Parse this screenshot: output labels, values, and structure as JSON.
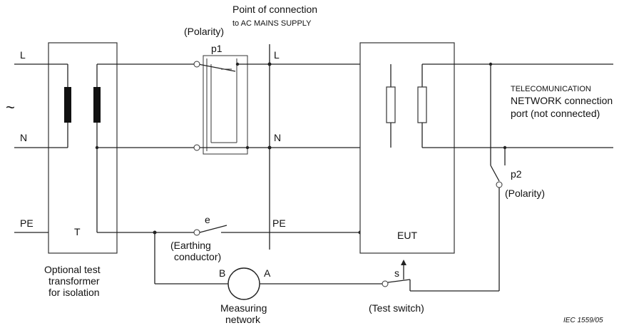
{
  "labels": {
    "left_L": "L",
    "left_N": "N",
    "left_PE": "PE",
    "T": "T",
    "L2": "L",
    "N2": "N",
    "PE2": "PE",
    "ac_symbol": "~",
    "poc_line1": "Point of connection",
    "poc_line2": "to AC MAINS SUPPLY",
    "polarity1": "(Polarity)",
    "p1": "p1",
    "e": "e",
    "earth1": "(Earthing",
    "earth2": "conductor)",
    "B": "B",
    "A": "A",
    "meas1": "Measuring",
    "meas2": "network",
    "s": "s",
    "testswitch": "(Test switch)",
    "eut": "EUT",
    "p2": "p2",
    "polarity2": "(Polarity)",
    "tnc1": "TELECOMUNICATION",
    "tnc2": "NETWORK connection",
    "tnc3": "port (not connected)",
    "trans1": "Optional test",
    "trans2": "transformer",
    "trans3": "for isolation",
    "iec": "IEC   1559/05"
  }
}
